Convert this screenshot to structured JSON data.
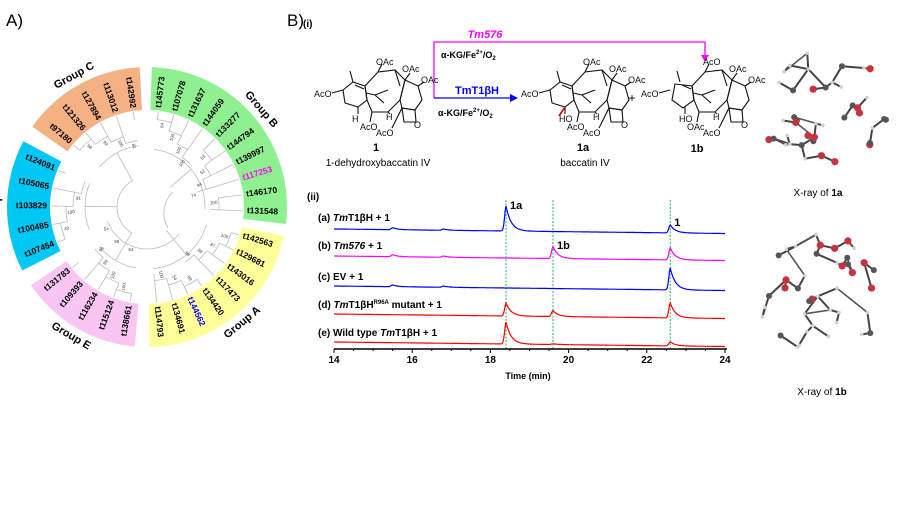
{
  "panel_a": {
    "label": "A)",
    "groups": [
      {
        "name": "Group C",
        "color": "#f4b183",
        "leaves": [
          "t97180",
          "t121326",
          "t127894",
          "t113012",
          "t142992"
        ]
      },
      {
        "name": "Group B",
        "color": "#8ff08f",
        "leaves": [
          "t145773",
          "t107078",
          "t131637",
          "t144059",
          "t133277",
          "t144794",
          "t139997",
          "t117253",
          "t146170",
          "t131548"
        ],
        "highlight": {
          "t117253": "#ff00ff"
        }
      },
      {
        "name": "Group A",
        "color": "#ffff99",
        "leaves": [
          "t142563",
          "t129681",
          "t143016",
          "t117473",
          "t134420",
          "t144562",
          "t134691",
          "t114793"
        ],
        "highlight": {
          "t144562": "#0000ff"
        }
      },
      {
        "name": "Group E",
        "color": "#f9c6f4",
        "leaves": [
          "t138661",
          "t115124",
          "t116234",
          "t109393",
          "t131783"
        ]
      },
      {
        "name": "Group D",
        "color": "#00c8f5",
        "leaves": [
          "t107454",
          "t100485",
          "t103829",
          "t105065",
          "t124091"
        ]
      }
    ],
    "bootstrap": [
      "98",
      "99",
      "100",
      "81",
      "64",
      "100",
      "100",
      "100",
      "53",
      "52",
      "94",
      "74",
      "100",
      "100",
      "87",
      "98",
      "98",
      "98",
      "54",
      "100",
      "100",
      "100",
      "99",
      "98",
      "49",
      "100",
      "91",
      "64",
      "96",
      "54"
    ]
  },
  "panel_b": {
    "label": "B)",
    "part_i": "(i)",
    "part_ii": "(ii)",
    "reaction": {
      "enzyme_top": "Tm576",
      "enzyme_top_color": "#ff00ff",
      "enzyme_bottom": "TmT1βH",
      "enzyme_bottom_color": "#0000ff",
      "cofactors_base": "α-KG/Fe",
      "cofactors_sup": "2+",
      "cofactors_end": "/O",
      "cofactors_sub": "2",
      "plus": "+"
    },
    "compounds": [
      {
        "id": "1",
        "name": "1-dehydroxybaccatin IV",
        "labels": [
          "OAc",
          "OAc",
          "OAc",
          "AcO",
          "H",
          "AcO",
          "H",
          "AcO",
          "O"
        ]
      },
      {
        "id": "1a",
        "name": "baccatin IV",
        "labels": [
          "OAc",
          "OAc",
          "OAc",
          "AcO",
          "HO",
          "AcO",
          "H",
          "AcO",
          "O"
        ]
      },
      {
        "id": "1b",
        "name": "",
        "labels": [
          "AcO",
          "OAc",
          "OAc",
          "AcO",
          "HO",
          "OAc",
          "H",
          "AcO",
          "O"
        ]
      }
    ],
    "xray": [
      {
        "caption_pre": "X-ray of ",
        "caption_bold": "1a"
      },
      {
        "caption_pre": "X-ray of ",
        "caption_bold": "1b"
      }
    ]
  },
  "chart_data": {
    "type": "line",
    "title": "",
    "xlabel": "Time (min)",
    "ylabel": "",
    "xlim": [
      14,
      24
    ],
    "xticks": [
      "14",
      "16",
      "18",
      "20",
      "22",
      "24"
    ],
    "grid": false,
    "reference_lines": [
      18.4,
      19.6,
      22.6
    ],
    "series": [
      {
        "id": "a",
        "label_prefix": "(a) ",
        "label_italic": "Tm",
        "label_main": "T1βH + 1",
        "label_sup": "",
        "label_tail": "",
        "color": "#0000ff",
        "peaks": [
          {
            "t": 15.5,
            "h": 8
          },
          {
            "t": 16.8,
            "h": 5
          },
          {
            "t": 18.4,
            "h": 100
          },
          {
            "t": 22.6,
            "h": 32
          }
        ],
        "peak_labels": [
          {
            "t": 18.4,
            "text": "1a"
          },
          {
            "t": 22.6,
            "text": "1"
          }
        ]
      },
      {
        "id": "b",
        "label_prefix": "(b) ",
        "label_italic": "Tm576",
        "label_main": " + 1",
        "label_sup": "",
        "label_tail": "",
        "color": "#ff00ff",
        "peaks": [
          {
            "t": 15.5,
            "h": 8
          },
          {
            "t": 16.8,
            "h": 5
          },
          {
            "t": 19.6,
            "h": 48
          },
          {
            "t": 22.6,
            "h": 48
          }
        ],
        "peak_labels": [
          {
            "t": 19.6,
            "text": "1b"
          }
        ]
      },
      {
        "id": "c",
        "label_prefix": "(c) ",
        "label_italic": "",
        "label_main": "EV + 1",
        "label_sup": "",
        "label_tail": "",
        "color": "#0000ff",
        "peaks": [
          {
            "t": 15.5,
            "h": 7
          },
          {
            "t": 16.8,
            "h": 5
          },
          {
            "t": 22.6,
            "h": 88
          }
        ],
        "peak_labels": []
      },
      {
        "id": "d",
        "label_prefix": "(d) ",
        "label_italic": "Tm",
        "label_main": "T1βH",
        "label_sup": "R96A",
        "label_tail": " mutant + 1",
        "color": "#ff0000",
        "peaks": [
          {
            "t": 18.4,
            "h": 52
          },
          {
            "t": 19.6,
            "h": 24
          },
          {
            "t": 22.6,
            "h": 60
          }
        ],
        "peak_labels": []
      },
      {
        "id": "e",
        "label_prefix": "(e) Wild type ",
        "label_italic": "Tm",
        "label_main": "T1βH + 1",
        "label_sup": "",
        "label_tail": "",
        "color": "#ff0000",
        "peaks": [
          {
            "t": 18.4,
            "h": 88
          },
          {
            "t": 19.6,
            "h": 3
          },
          {
            "t": 22.6,
            "h": 16
          }
        ],
        "peak_labels": []
      }
    ]
  }
}
